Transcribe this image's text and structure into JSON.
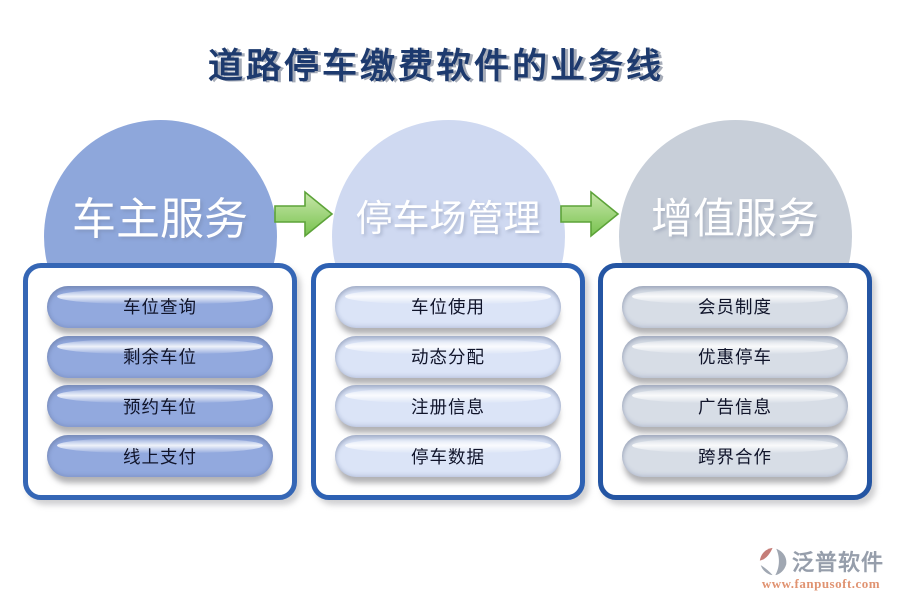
{
  "title": "道路停车缴费软件的业务线",
  "title_color": "#1d3a6e",
  "columns": [
    {
      "circle_label": "车主服务",
      "circle_color": "#8ea7db",
      "pill_color": "#92a9de",
      "border_color": "#3566b5",
      "items": [
        "车位查询",
        "剩余车位",
        "预约车位",
        "线上支付"
      ]
    },
    {
      "circle_label": "停车场管理",
      "circle_color": "#cfd9f1",
      "pill_color": "#dbe4f7",
      "border_color": "#2d61b3",
      "items": [
        "车位使用",
        "动态分配",
        "注册信息",
        "停车数据"
      ]
    },
    {
      "circle_label": "增值服务",
      "circle_color": "#c8cfd9",
      "pill_color": "#d7dde6",
      "border_color": "#2455a3",
      "items": [
        "会员制度",
        "优惠停车",
        "广告信息",
        "跨界合作"
      ]
    }
  ],
  "arrows": {
    "color_start": "#c9e7ab",
    "color_end": "#77c24e",
    "stroke": "#5da339"
  },
  "watermark": {
    "brand": "泛普软件",
    "url": "www.fanpusoft.com",
    "brand_color": "#8e96a4",
    "url_color": "#de8a66",
    "icon_red": "#c1736d",
    "icon_gray": "#98a0ac"
  }
}
